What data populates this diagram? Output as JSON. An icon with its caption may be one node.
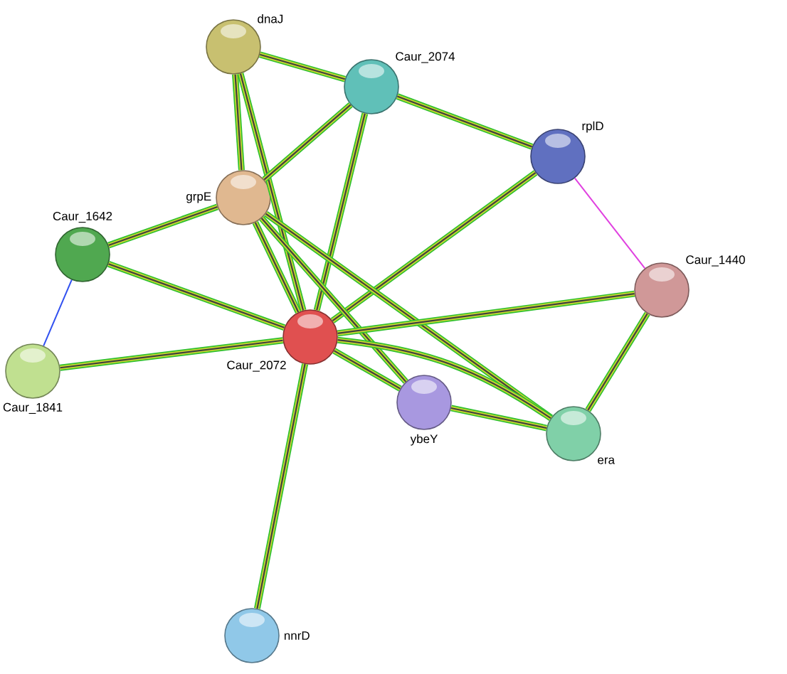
{
  "diagram": {
    "nodes": [
      {
        "text": [
          "dnaJ"
        ]
      },
      {
        "text": [
          "Caur_2074"
        ]
      },
      {
        "text": [
          "rplD"
        ]
      },
      {
        "text": [
          "grpE"
        ]
      },
      {
        "text": [
          "Caur_1642"
        ]
      },
      {
        "text": [
          "Caur_1440"
        ]
      },
      {
        "text": [
          "Caur_2072"
        ]
      },
      {
        "text": [
          "Caur_1841"
        ]
      },
      {
        "text": [
          "ybeY"
        ]
      },
      {
        "text": [
          "era"
        ]
      },
      {
        "text": [
          "nnrD"
        ]
      }
    ],
    "edges": [
      {
        "from": 0,
        "to": 1,
        "arrow": "none"
      },
      {
        "from": 0,
        "to": 3,
        "arrow": "none"
      },
      {
        "from": 0,
        "to": 6,
        "arrow": "none"
      },
      {
        "from": 1,
        "to": 2,
        "arrow": "none"
      },
      {
        "from": 1,
        "to": 3,
        "arrow": "none"
      },
      {
        "from": 1,
        "to": 6,
        "arrow": "none"
      },
      {
        "from": 2,
        "to": 6,
        "arrow": "none"
      },
      {
        "from": 2,
        "to": 5,
        "arrow": "none",
        "color": "#e040e0"
      },
      {
        "from": 3,
        "to": 4,
        "arrow": "none"
      },
      {
        "from": 3,
        "to": 6,
        "arrow": "none"
      },
      {
        "from": 3,
        "to": 8,
        "arrow": "none"
      },
      {
        "from": 3,
        "to": 9,
        "arrow": "none"
      },
      {
        "from": 4,
        "to": 6,
        "arrow": "none"
      },
      {
        "from": 4,
        "to": 7,
        "arrow": "none",
        "color": "#3050f0"
      },
      {
        "from": 7,
        "to": 6,
        "arrow": "none"
      },
      {
        "from": 6,
        "to": 5,
        "arrow": "none"
      },
      {
        "from": 6,
        "to": 8,
        "arrow": "none"
      },
      {
        "from": 6,
        "to": 9,
        "arrow": "none"
      },
      {
        "from": 5,
        "to": 9,
        "arrow": "none"
      },
      {
        "from": 8,
        "to": 9,
        "arrow": "none"
      },
      {
        "from": 6,
        "to": 10,
        "arrow": "none"
      }
    ]
  }
}
